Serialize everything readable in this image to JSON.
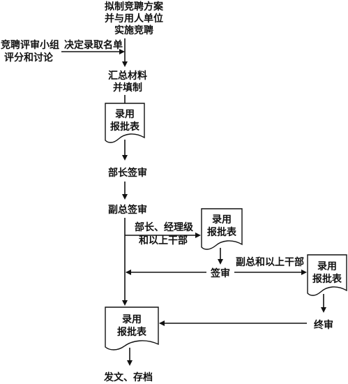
{
  "nodes": {
    "plan": [
      "拟制竞聘方案",
      "并与用人单位",
      "实施竞聘"
    ],
    "panel": [
      "竞聘评审小组",
      "评分和讨论"
    ],
    "decide": "决定录取名单",
    "compile": [
      "汇总材料",
      "并填制"
    ],
    "form1": [
      "录用",
      "报批表"
    ],
    "dept_review": "部长签审",
    "vp_review": "副总签审",
    "branch_mgr": [
      "部长、经理级",
      "和以上干部"
    ],
    "form2": [
      "录用",
      "报批表"
    ],
    "sign_review": "签审",
    "branch_vp": "副总和以上干部",
    "form3": [
      "录用",
      "报批表"
    ],
    "final_review": "终审",
    "form4": [
      "录用",
      "报批表"
    ],
    "archive": "发文、存档"
  }
}
